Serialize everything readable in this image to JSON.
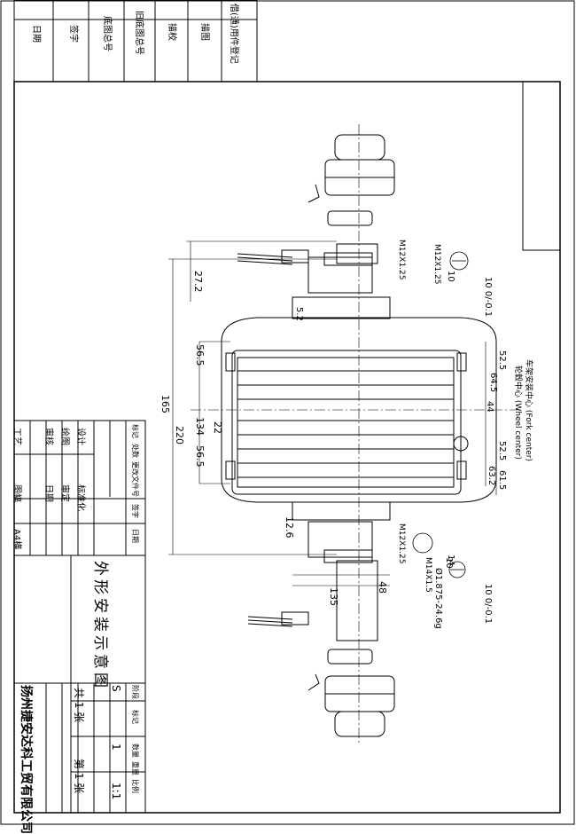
{
  "header_strip": {
    "cells": [
      "借(通)用件登记",
      "描图",
      "描校",
      "旧底图总号",
      "底图总号",
      "签字",
      "日期"
    ]
  },
  "drawing": {
    "title": "外形安装示意图",
    "company": "扬州捷安达科工贸有限公司",
    "sheet_info": {
      "total": "共 1 张",
      "current": "第 1 张",
      "scale_label": "比例",
      "scale": "1:1",
      "stage": "S",
      "weight_label": "重量",
      "quantity_label": "数量",
      "quantity": "1",
      "mark_label": "标记",
      "stage_label": "阶段",
      "number": "1"
    },
    "title_block_left": {
      "rows": [
        "标记",
        "处数",
        "更改文件号",
        "签字",
        "日期"
      ],
      "roles": [
        "设计",
        "标准化",
        "绘图",
        "审定",
        "审核",
        "日期",
        "工艺",
        "图幅",
        "A4横"
      ]
    },
    "annotations": {
      "fork_center": "车架安装中心 (Fork center)",
      "wheel_center": "轮毂中心 (Wheel center)"
    },
    "dimensions": [
      "27.2",
      "56.5",
      "165",
      "220",
      "134",
      "56.5",
      "22",
      "5.2",
      "12.6",
      "135",
      "48",
      "52.5",
      "64.5",
      "44",
      "52.5",
      "61.5",
      "63.2",
      "M12X1.25",
      "M12X1.25",
      "M12X1.25",
      "10",
      "10",
      "Ø1.875-24.6g",
      "M14X1.5",
      "14"
    ],
    "tolerances": [
      "10 0/-0.1",
      "10 0/-0.1"
    ]
  }
}
